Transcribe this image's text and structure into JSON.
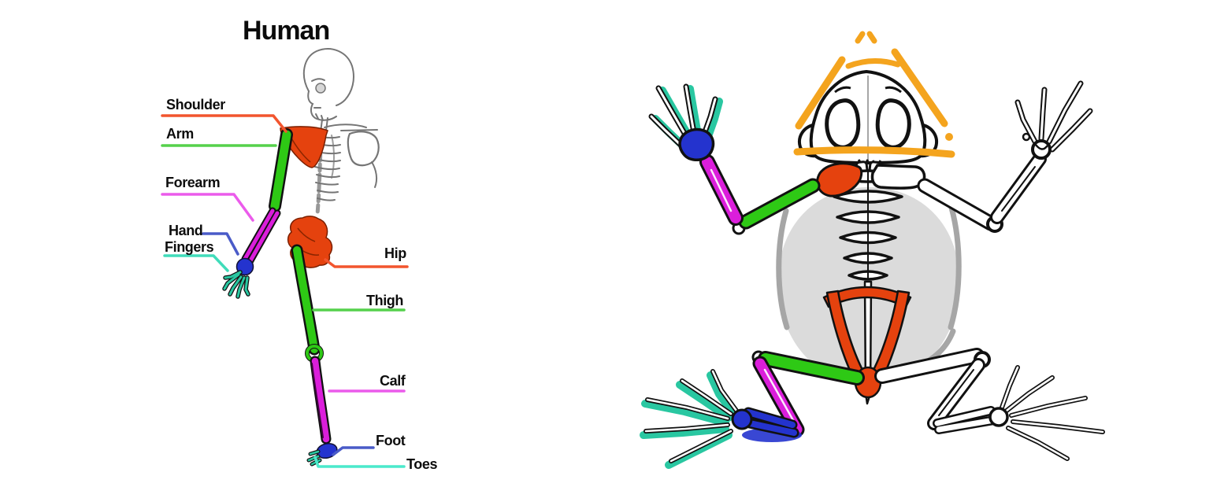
{
  "title": "Human",
  "labels": [
    {
      "text": "Shoulder",
      "color": "#F2552E"
    },
    {
      "text": "Arm",
      "color": "#55D14B"
    },
    {
      "text": "Forearm",
      "color": "#EB5BEB"
    },
    {
      "text": "Hand",
      "color": "#4A5BC8"
    },
    {
      "text": "Fingers",
      "color": "#40DCBA"
    },
    {
      "text": "Hip",
      "color": "#F2552E"
    },
    {
      "text": "Thigh",
      "color": "#55D14B"
    },
    {
      "text": "Calf",
      "color": "#EB5BEB"
    },
    {
      "text": "Foot",
      "color": "#4A5BC8"
    },
    {
      "text": "Toes",
      "color": "#4AE9CB"
    }
  ],
  "palette": {
    "shoulder_hip": "#E5420E",
    "arm_thigh": "#2EC915",
    "forearm_calf": "#DB1EDB",
    "hand_foot": "#2433CE",
    "fingers_toes": "#29C7A1",
    "frog_head_marker": "#F4A41E",
    "sketch_gray": "#5E5E5E",
    "frog_body_gray": "#DBDBDB",
    "frog_body_shade": "#A6A6A6",
    "outline_black": "#111111"
  },
  "legend": {
    "color_coding": [
      {
        "part": "Shoulder",
        "color": "#E5420E"
      },
      {
        "part": "Arm",
        "color": "#2EC915"
      },
      {
        "part": "Forearm",
        "color": "#DB1EDB"
      },
      {
        "part": "Hand",
        "color": "#2433CE"
      },
      {
        "part": "Fingers",
        "color": "#29C7A1"
      },
      {
        "part": "Hip",
        "color": "#E5420E"
      },
      {
        "part": "Thigh",
        "color": "#2EC915"
      },
      {
        "part": "Calf",
        "color": "#DB1EDB"
      },
      {
        "part": "Foot",
        "color": "#2433CE"
      },
      {
        "part": "Toes",
        "color": "#29C7A1"
      }
    ]
  }
}
